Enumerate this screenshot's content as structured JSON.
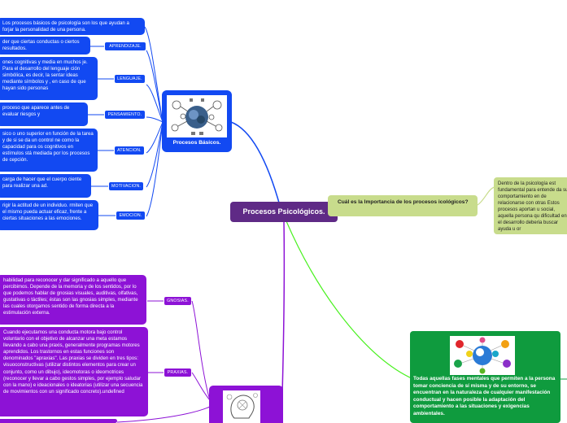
{
  "central": {
    "label": "Procesos Psicológicos."
  },
  "basic_hub": {
    "label": "Procesos Básicos."
  },
  "basic_items": [
    {
      "tag": "",
      "text": "Los procesos básicos de psicología son los que ayudan a forjar la personalidad de una persona."
    },
    {
      "tag": "APRENDIZAJE.",
      "text": "der que ciertas conductas o ciertos resultados."
    },
    {
      "tag": "LENGUAJE.",
      "text": "ones cognitivas y media en muchos je. Para el desarrollo del lenguaje ción simbólica, es decir, la sentar ideas mediante símbolos y , en caso de que hayan sido personas"
    },
    {
      "tag": "PENSAMIENTO.",
      "text": "proceso que aparece antes de evaluar riesgos y"
    },
    {
      "tag": "ATENCION.",
      "text": "sico o uno superior en función de la tarea y de si se da un control ne como la capacidad para os cognitivos en estímulos stá mediada por los procesos de cepción."
    },
    {
      "tag": "MOTIVACION.",
      "text": "carga de hacer que el cuerpo ciente para realizar una ad."
    },
    {
      "tag": "EMOCION.",
      "text": "rigir la actitud de un individuo. rmiten que el mismo pueda actuar eficaz, frente a ciertas situaciones a las emociones."
    }
  ],
  "question": {
    "text": "Cuál es la Importancia de los procesos icológicos?"
  },
  "answer": {
    "text": "Dentro de la psicología est fundamental para entende da su comportamiento en de relacionarse con otras Estos procesos aportan u social, aquella persona qu dificultad en el desarrollo deberia buscar ayuda u or"
  },
  "green_hub": {
    "text": "Todas aquellas fases mentales que permiten a la persona tomar conciencia de sí misma y de su entorno, se encuentran en la naturaleza de cualquier manifestación conductual y hacen posible la adaptación del comportamiento a las situaciones y exigencias ambientales."
  },
  "higher_items": [
    {
      "tag": "GNOSIAS.",
      "text": "habilidad para reconocer y dar significado a aquello que percibimos. Depende de la memoria y de los sentidos, por lo que podemos hablar de gnosias visuales, auditivas, olfativas, gustativas o táctiles; éstas son las gnosias simples, mediante las cuales otorgamos sentido de forma directa a la estimulación externa."
    },
    {
      "tag": "PRAXIAS.",
      "text": "Cuando ejecutamos una conducta motora bajo control voluntario con el objetivo de alcanzar una meta estamos llevando a cabo una praxis, generalmente programas motores aprendidos. Los trastornos en estas funciones son denominados \"apraxias\". Las praxias se dividen en tres tipos: visuoconstructivas (utilizar distintos elementos para crear un conjunto, como un dibujo), ideomotoras o ideomotrices (reconocer y llevar a cabo gestos simples, por ejemplo saludar con la mano) e ideacionales o ideatorias (utilizar una secuencia de movimientos con un significado concreto).undefined"
    }
  ],
  "colors": {
    "central": "#5f2a86",
    "blue_branch": "#1249f2",
    "purple_branch": "#8d12d6",
    "green_branch": "#0f9b3e",
    "yellow_branch": "#c8dc8c"
  }
}
